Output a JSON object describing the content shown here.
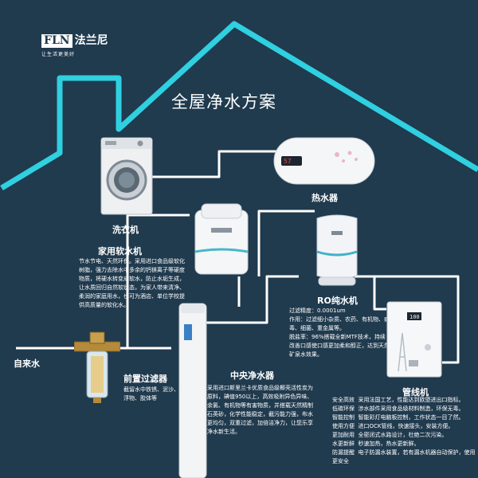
{
  "brand": {
    "logo_latin": "FLN",
    "logo_cn": "法兰尼",
    "slogan": "让生活更美好"
  },
  "title": "全屋净水方案",
  "inlet_label": "自来水",
  "products": [
    {
      "id": "washer",
      "name": "洗衣机"
    },
    {
      "id": "heater",
      "name": "热水器"
    },
    {
      "id": "softener",
      "name": "家用软水机",
      "desc": "节水节电、天然环保。采用进口食品级软化树脂，强力去除水中多余的钙镁离子等硬度物质，将硬水转变成软水，防止水垢生成，让水质回归自然软状态，为家人带来清净、柔润的家庭用水，也可为酒店、单位学校提供高质量的软化水。"
    },
    {
      "id": "ro",
      "name": "RO纯水机",
      "desc": "过滤精度：0.0001um\n作用：过滤细小杂质、农药、有机物、病毒、细菌、重金属等。\n脱盐率：96%搭载全新MTF技术，持续改善口感使口感更加柔和醇正，达到天然矿泉水效果。"
    },
    {
      "id": "prefilter",
      "name": "前置过滤器",
      "desc": "截留水中铁锈、泥沙、悬浮物、胶体等"
    },
    {
      "id": "central",
      "name": "中央净水器",
      "desc": "采用进口斯里兰卡优质食品级椰壳活性炭为原料，碘值950以上，高效吸附异色异味、余氯、有机物等有害物质，并搭载天然精制石英砂，化学性能稳定，截污能力强，布水更均匀，双重过滤，加倍洁净力，让您乐享净水新生活。"
    },
    {
      "id": "pipeline",
      "name": "管线机",
      "desc": "安全高效  采用法国工艺，性能达到欧盟进出口指标。\n低碳环保  涉水部件采用食品级材料制造，环保无毒。\n智能控制  智能彩灯电脑板控制，工作状态一目了然。\n使用方便  进口OCK管线，快速接头，安装方便。\n更加耐用  全密闭式水路设计，杜绝二次污染。\n水更新鲜  秒速加热，热水更新鲜。\n防漏提醒  电子防漏水装置，若有漏水机器自动保护，使用更安全"
    }
  ],
  "colors": {
    "background": "#203a4e",
    "house": "#2fd0e0",
    "pipe": "#ffffff"
  }
}
